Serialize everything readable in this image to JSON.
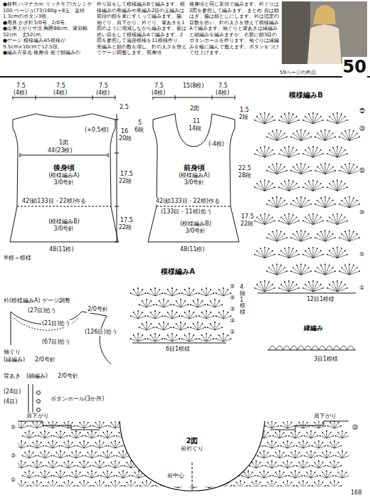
{
  "diagram": {
    "nodes": [
      {
        "text": [
          "後身頃",
          "(模様編みA)",
          "3/0号針"
        ]
      },
      {
        "text": [
          "(模様編みB)",
          "3/0号針"
        ]
      },
      {
        "text": [
          "前身頃",
          "(模様編みA)",
          "3/0号針"
        ]
      },
      {
        "text": [
          "(模様編みB)",
          "3/0号針"
        ]
      },
      {
        "text": [
          "模様編みB"
        ]
      },
      {
        "text": [
          "模様編みA"
        ]
      },
      {
        "text": [
          "縁編み"
        ]
      },
      {
        "text": [
          "2図",
          "前衿ぐり"
        ]
      }
    ],
    "labels": [
      "●材料 ハマナカ㈱ リッチモア/カシミヤ100 ベージュ(73)160g＝8玉、直径1.3cmのボタン3個。",
      "●用具 かぎ針3/0号、2/0号。",
      "●出来上がり寸法 胸囲88cm、背肩幅32cm、丈52cm。",
      "●ゲージ 模様編みA5模様が9.5cm×10cmで12.5段。",
      "●編み方要点 後身頃 裾で鎖編みの",
      "作り目をして模様編みBで編みます。模様編みの長編みや長編み2目の玉編みは前段の鎖を束にすくって編みます。脇、袖ぐり、肩下がり、衿ぐり、背あきを1図のように増減しながら編みます。裾は拾い目をして模様編みAで編みます。2図を参照して扇形模様を11模様作り、長編みと鎖の数を増し、針の太さを替えてゲージ調整します。前身頃",
      "後身頃と同じ要領で編みます。衿ぐりは2図を参照して編みます。まとめ 肩は鎖はぎ、脇は鎖とじにします。衿は指定の目数を拾い、針の太さを替えて模様編みAで編みます。袖ぐりと背あきは縁編みと細編みを編みますが、右前に鎖3目のボタンホールを作ります。袖ぐりは縁編みを輪に編んで整えます。ボタンをつけて仕上げます。",
      "59ページの作品",
      "50",
      "7.5",
      "(4模)",
      "7.5",
      "(4模)",
      "7.5",
      "(4模)",
      "2.5",
      "16",
      "20段",
      "(+0.5模)",
      "1図",
      "44(23模)",
      "17.5",
      "22段",
      "42(鎖133目・22模)作る",
      "17.5",
      "22段",
      "48(11模)",
      "※模＝模様",
      "7.5",
      "(4模)",
      "15(8模)",
      "7.5",
      "(4模)",
      "2図",
      "11",
      "14段",
      "5",
      "6段",
      "(-4模)",
      "1.5",
      "2段",
      "22.5",
      "28段",
      "42(鎖133目・22模)作る",
      "(133目・11模)拾う",
      "17.5",
      "22段",
      "48(11模)",
      "㉒",
      "⑳",
      "⑮",
      "⑩",
      "⑤",
      "①",
      "12目1模様",
      "⑤",
      "④",
      "③",
      "②",
      "①",
      "4段1模様",
      "6目1模様",
      "3目1模様",
      "衿(模様編みA) ゲージ調整",
      "2/0号針",
      "(27目)拾う",
      "(21目)拾う",
      "(67目)拾う",
      "(126目)拾う",
      "袖ぐり",
      "(縁編み)",
      "2/0号針",
      "背あき",
      "(細編み)",
      "2/0号針",
      "(24目)",
      "(4目)",
      "ボタンホール(3か所)",
      "肩下がり",
      "肩下がり",
      "⑤",
      "③",
      "①",
      "⑳",
      "前中心",
      "168"
    ]
  }
}
